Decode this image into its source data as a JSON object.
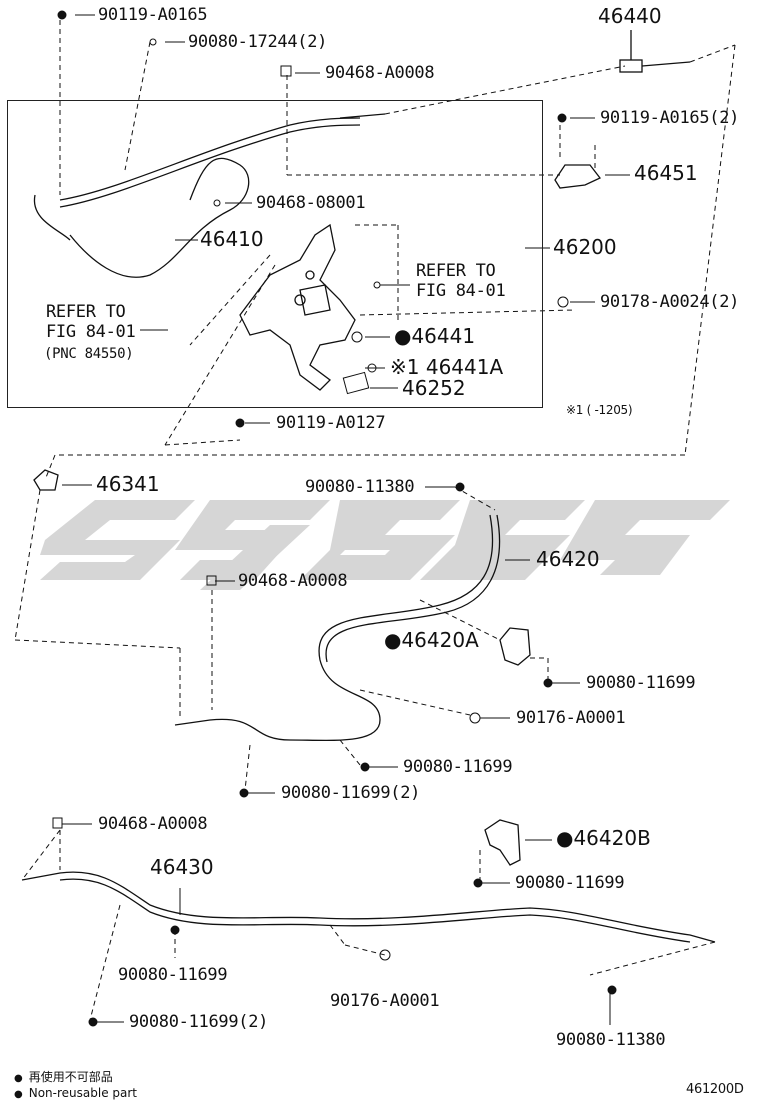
{
  "labels": {
    "p90119_a0165": "90119-A0165",
    "p90080_17244": "90080-17244(2)",
    "p90468_a0008_top": "90468-A0008",
    "p46440": "46440",
    "p90119_a0165_2": "90119-A0165(2)",
    "p46451": "46451",
    "p90468_08001": "90468-08001",
    "p46410": "46410",
    "p46200": "46200",
    "refer_right_1": "REFER TO",
    "refer_right_2": "FIG 84-01",
    "p90178_a0024": "90178-A0024(2)",
    "refer_left_1": "REFER TO",
    "refer_left_2": "FIG 84-01",
    "refer_left_pnc": "(PNC 84550)",
    "p46441": "●46441",
    "p46441a": "※1 46441A",
    "p46252": "46252",
    "note_1205": "※1 (   -1205)",
    "p90119_a0127": "90119-A0127",
    "p46341": "46341",
    "p90080_11380_mid": "90080-11380",
    "p46420": "46420",
    "p90468_a0008_mid": "90468-A0008",
    "p46420a": "●46420A",
    "p90080_11699_a": "90080-11699",
    "p90176_a0001_mid": "90176-A0001",
    "p90080_11699_b": "90080-11699",
    "p90080_11699_2_mid": "90080-11699(2)",
    "p90468_a0008_low": "90468-A0008",
    "p46420b": "●46420B",
    "p46430": "46430",
    "p90080_11699_c": "90080-11699",
    "p90080_11699_d": "90080-11699",
    "p90176_a0001_low": "90176-A0001",
    "p90080_11699_2_low": "90080-11699(2)",
    "p90080_11380_low": "90080-11380"
  },
  "legend": {
    "line1": "再使用不可部品",
    "line2": "Non-reusable part"
  },
  "diagram_code": "461200D",
  "colors": {
    "line": "#111111",
    "watermark": "#d4d4d4"
  }
}
